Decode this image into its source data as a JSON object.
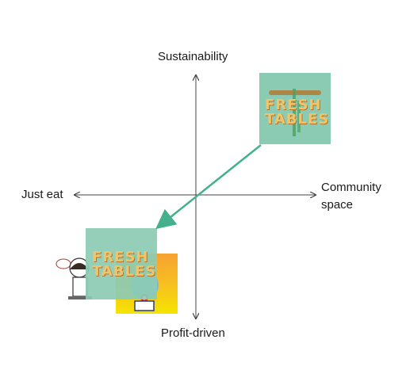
{
  "axes": {
    "top": "Sustainability",
    "bottom": "Profit-driven",
    "left": "Just eat",
    "right_line1": "Community",
    "right_line2": "space"
  },
  "logo_top": {
    "line1": "FRESH",
    "line2": "TABLES"
  },
  "logo_bottom": {
    "line1": "FRESH",
    "line2": "TABLES"
  },
  "colors": {
    "axis": "#444444",
    "arrow": "#45b08c",
    "tile_green": "#8ccbb3",
    "logo_text": "#f0c46a",
    "tile_orange": "#f7a233",
    "tile_yellow": "#f5e400"
  }
}
